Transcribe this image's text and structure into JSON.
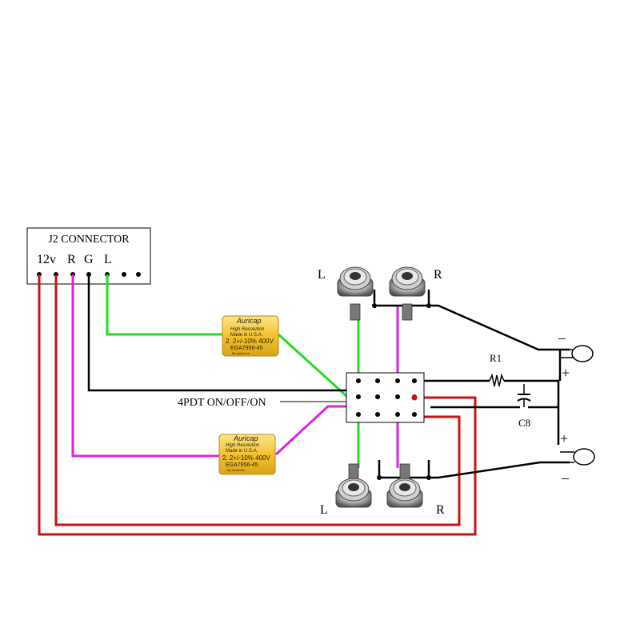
{
  "connector": {
    "title": "J2 CONNECTOR",
    "pins": [
      "12v",
      "R",
      "G",
      "L"
    ]
  },
  "switch": {
    "label": "4PDT ON/OFF/ON"
  },
  "resistor": {
    "label": "R1"
  },
  "capacitor": {
    "label": "C8"
  },
  "jacks": {
    "top_left": "L",
    "top_right": "R",
    "bottom_left": "L",
    "bottom_right": "R"
  },
  "leds": {
    "top_minus": "–",
    "top_plus": "+",
    "bottom_plus": "+",
    "bottom_minus": "–"
  },
  "film_caps": {
    "brand": "Auricap",
    "line1": "High Resolution",
    "line2": "Made in U.S.A.",
    "line3": "2. 2+/-10% 400V",
    "line4": "EGA7956-45",
    "line5": "By audience"
  },
  "colors": {
    "left_channel": "#22dd22",
    "right_channel": "#dd22dd",
    "power": "#cc1111",
    "ground": "#000000",
    "cap_body": "#f2c230"
  },
  "icon_names": [
    "rca-jack-icon",
    "led-icon",
    "resistor-icon",
    "capacitor-icon",
    "film-capacitor-icon"
  ]
}
